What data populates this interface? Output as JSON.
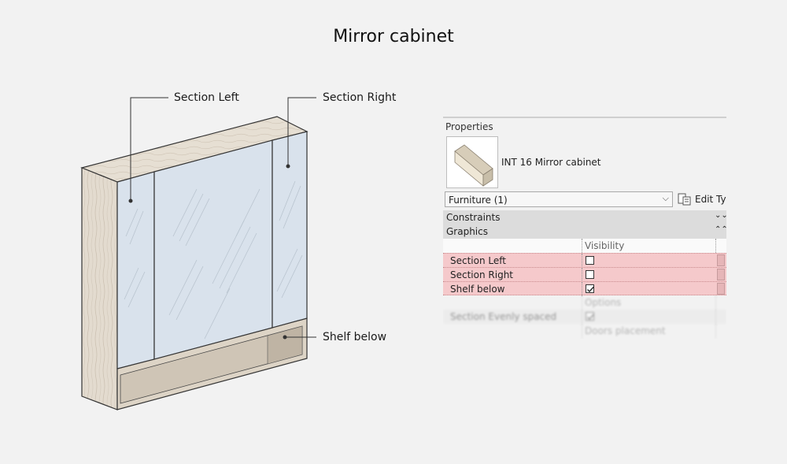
{
  "title": "Mirror cabinet",
  "callouts": {
    "section_left": "Section Left",
    "section_right": "Section Right",
    "shelf_below": "Shelf below"
  },
  "properties": {
    "header": "Properties",
    "type_name": "INT 16 Mirror cabinet",
    "category_select": "Furniture (1)",
    "edit_type": "Edit Typ",
    "categories": {
      "constraints": "Constraints",
      "graphics": "Graphics"
    },
    "column_header": "Visibility",
    "rows": [
      {
        "label": "Section Left",
        "checked": false
      },
      {
        "label": "Section Right",
        "checked": false
      },
      {
        "label": "Shelf below",
        "checked": true
      }
    ],
    "faded": {
      "options": "Options",
      "section_evenly_spaced": "Section Evenly spaced",
      "doors_placement": "Doors placement"
    }
  },
  "colors": {
    "mirror": "#d9e2ec",
    "wood": "#e2dbd0",
    "highlight": "#f5c9cb"
  }
}
